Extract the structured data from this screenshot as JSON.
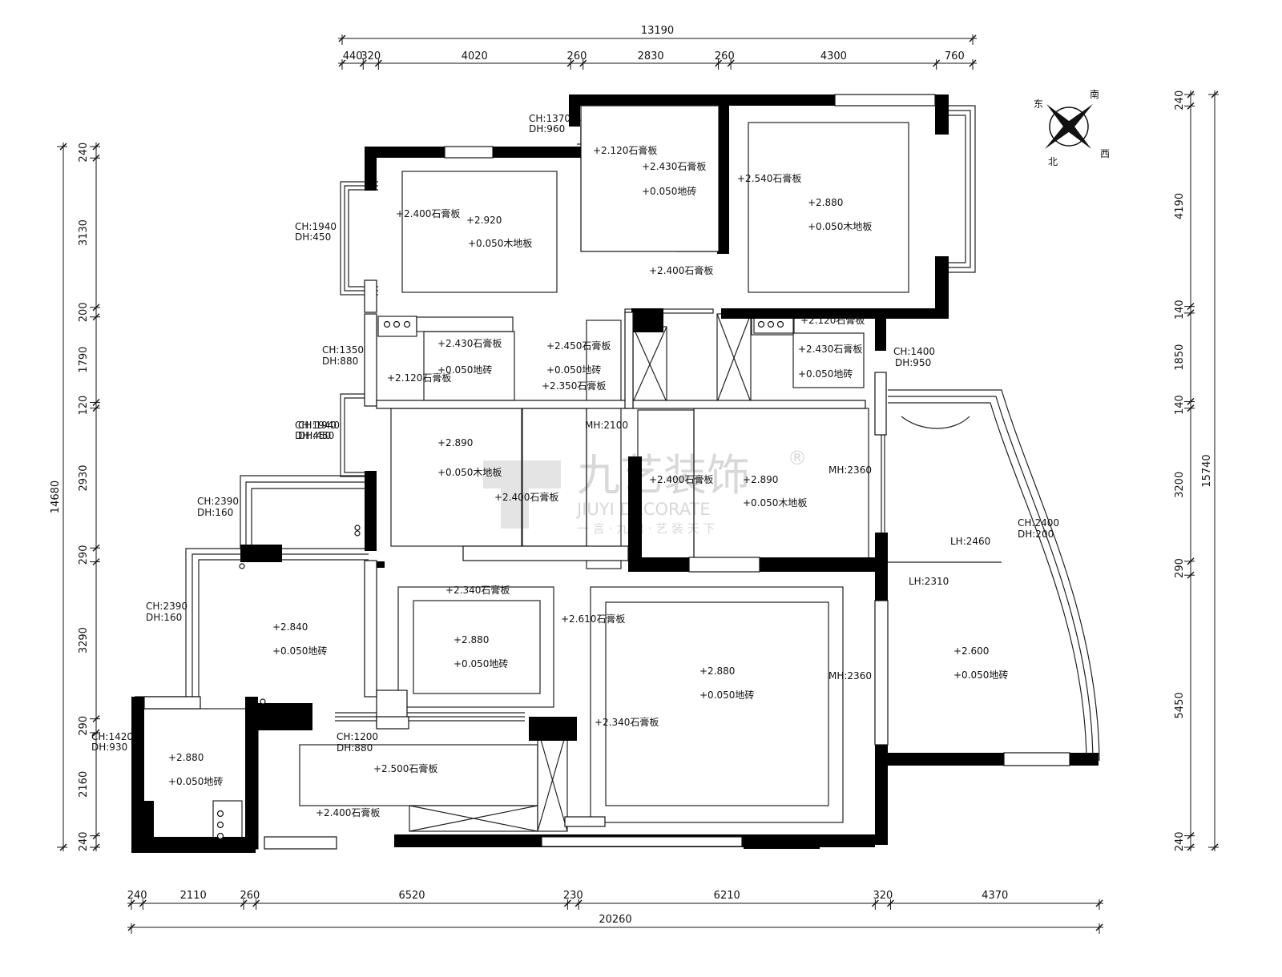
{
  "watermark": {
    "brand": "九艺装饰",
    "registered": "®",
    "english": "JIUYI DECORATE",
    "slogan": "一 言 · 九 鼎 · 艺 装 天 下"
  },
  "compass": {
    "east": "东",
    "south": "南",
    "north": "北",
    "west": "西"
  },
  "dims_top_total": "13190",
  "dims_top": [
    "440",
    "320",
    "4020",
    "260",
    "2830",
    "260",
    "4300",
    "760"
  ],
  "dims_bottom_total": "20260",
  "dims_bottom": [
    "240",
    "2110",
    "260",
    "6520",
    "230",
    "6210",
    "320",
    "4370"
  ],
  "dims_left_total": "14680",
  "dims_left": [
    "240",
    "3130",
    "200",
    "1790",
    "120",
    "2930",
    "290",
    "3290",
    "290",
    "2160",
    "240"
  ],
  "dims_right_total": "15740",
  "dims_right": [
    "240",
    "4190",
    "140",
    "1850",
    "140",
    "3200",
    "290",
    "5450",
    "240"
  ],
  "annotations": [
    "CH:1370",
    "DH:960",
    "+2.120石膏板",
    "+2.430石膏板",
    "+0.050地砖",
    "+2.540石膏板",
    "+2.880",
    "+0.050木地板",
    "CH:1940",
    "DH:450",
    "CH:1940",
    "DH:450",
    "+2.400石膏板",
    "+2.920",
    "+0.050木地板",
    "+2.400石膏板",
    "CH:1350",
    "DH:880",
    "+2.430石膏板",
    "+0.050地砖",
    "+2.120石膏板",
    "+2.450石膏板",
    "+0.050地砖",
    "+2.350石膏板",
    "+2.120石膏板",
    "+2.430石膏板",
    "+0.050地砖",
    "CH:1400",
    "DH:950",
    "CH:1940",
    "DH:450",
    "+2.890",
    "+0.050木地板",
    "+2.400石膏板",
    "MH:2100",
    "+2.400石膏板",
    "+2.890",
    "+0.050木地板",
    "MH:2360",
    "CH:2390",
    "DH:160",
    "CH:2400",
    "DH:200",
    "LH:2460",
    "LH:2310",
    "CH:2390",
    "DH:160",
    "+2.840",
    "+0.050地砖",
    "+2.340石膏板",
    "+2.880",
    "+0.050地砖",
    "+2.610石膏板",
    "+2.880",
    "+0.050地砖",
    "MH:2360",
    "+2.600",
    "+0.050地砖",
    "CH:1420",
    "DH:930",
    "+2.880",
    "+0.050地砖",
    "CH:1200",
    "DH:880",
    "+2.500石膏板",
    "+2.340石膏板",
    "+2.400石膏板"
  ]
}
